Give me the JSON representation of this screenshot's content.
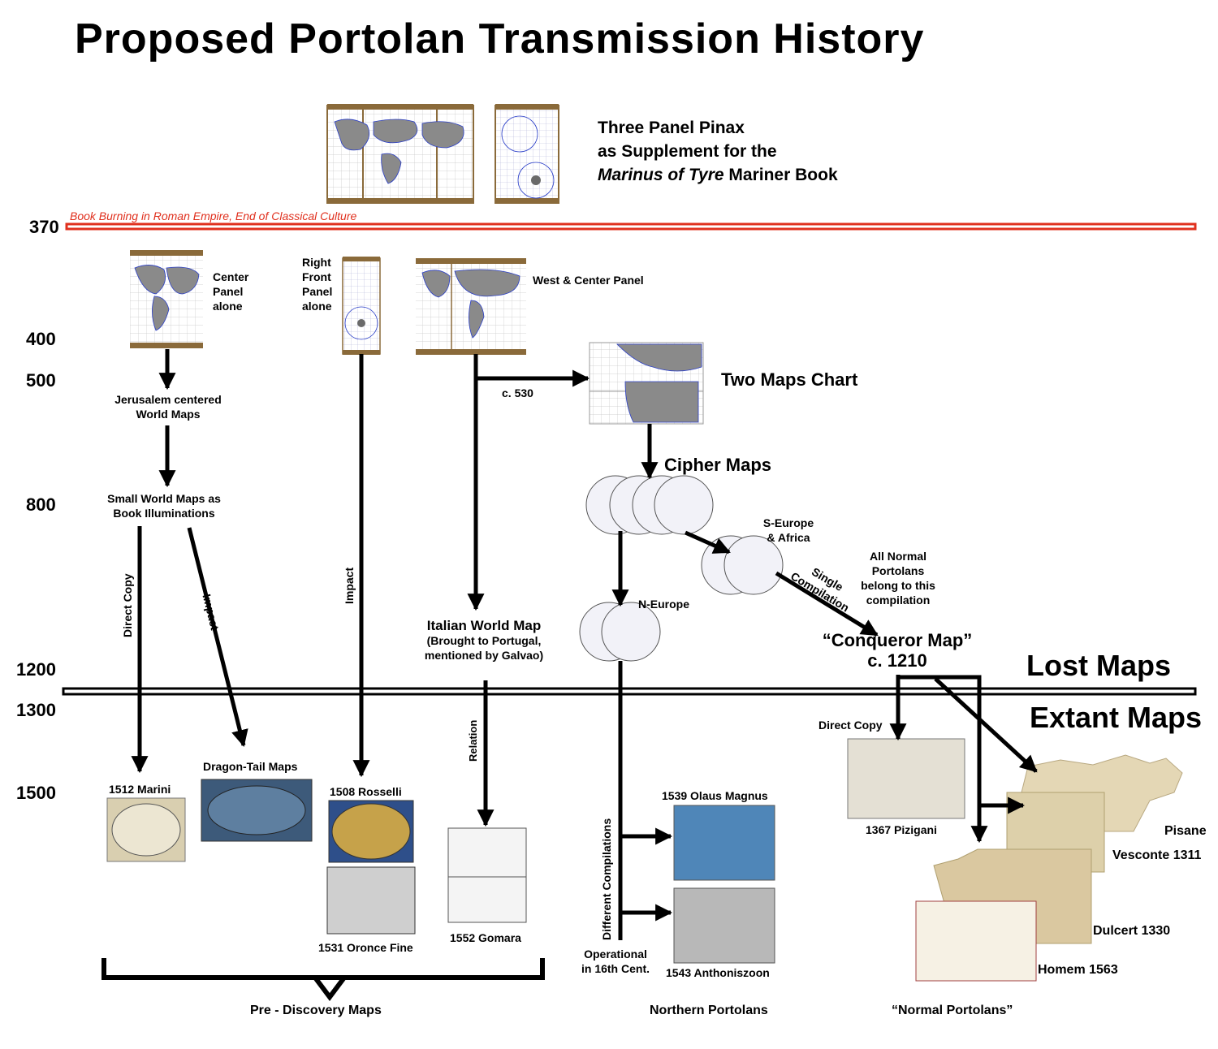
{
  "title": "Proposed  Portolan  Transmission  History",
  "pinax_caption": [
    "Three Panel Pinax",
    "as Supplement for the"
  ],
  "pinax_caption_italic": "Marinus of Tyre",
  "pinax_caption_tail": " Mariner Book",
  "red_line_label": "Book Burning in Roman Empire, End of Classical Culture",
  "years": [
    "370",
    "400",
    "500",
    "800",
    "1200",
    "1300",
    "1500"
  ],
  "center_panel": "Center\nPanel\nalone",
  "right_front_panel": "Right\nFront\nPanel\nalone",
  "west_center_panel": "West & Center Panel",
  "two_maps_chart": "Two Maps Chart",
  "c530": "c. 530",
  "jerusalem": "Jerusalem centered\nWorld Maps",
  "small_world": "Small World Maps as\nBook Illuminations",
  "cipher_maps": "Cipher Maps",
  "s_europe": "S-Europe\n& Africa",
  "n_europe": "N-Europe",
  "single_compilation": "Single\nCompilation",
  "all_normal": "All Normal\nPortolans\nbelong to this\ncompilation",
  "conqueror": "“Conqueror Map”\nc. 1210",
  "italian_title": "Italian World Map",
  "italian_sub": "(Brought to Portugal,\nmentioned by Galvao)",
  "lost_maps": "Lost Maps",
  "extant_maps": "Extant Maps",
  "direct_copy_vert": "Direct Copy",
  "impact_diag": "Impact",
  "impact_vert": "Impact",
  "relation": "Relation",
  "different_compilations": "Different Compilations",
  "operational": "Operational\nin 16th Cent.",
  "direct_copy_right": "Direct Copy",
  "marini": "1512  Marini",
  "dragon_tail": "Dragon-Tail Maps",
  "rosselli": "1508  Rosselli",
  "oronce": "1531 Oronce Fine",
  "gomara": "1552  Gomara",
  "olaus": "1539  Olaus Magnus",
  "anthoniszoon": "1543  Anthoniszoon",
  "pizigani": "1367  Pizigani",
  "pisane": "Pisane",
  "vesconte": "Vesconte 1311",
  "dulcert": "Dulcert 1330",
  "homem": "Homem 1563",
  "pre_discovery": "Pre - Discovery  Maps",
  "northern_portolans": "Northern Portolans",
  "normal_portolans": "“Normal Portolans”",
  "colors": {
    "red_line": "#e0301e",
    "frame": "#8a6a3a",
    "ocean": "#ffffff",
    "land": "#8a8a8a",
    "coast": "#2a3ec8"
  }
}
